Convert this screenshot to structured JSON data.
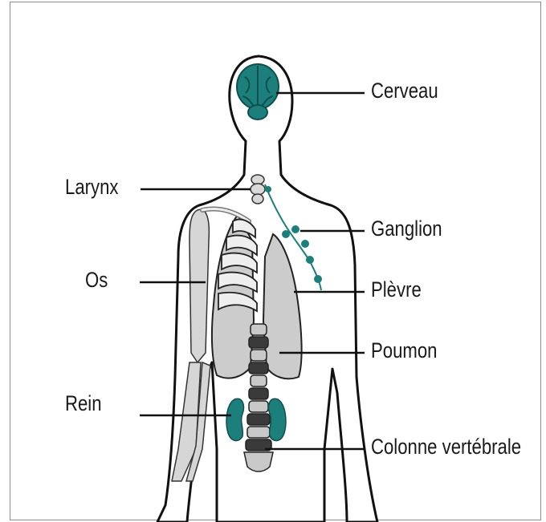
{
  "labels": {
    "cerveau": "Cerveau",
    "larynx": "Larynx",
    "ganglion": "Ganglion",
    "os": "Os",
    "plevre": "Plèvre",
    "poumon": "Poumon",
    "rein": "Rein",
    "colonne": "Colonne vertébrale"
  },
  "colors": {
    "organ_teal": "#1d7f7c",
    "organ_dark": "#0f4f4d",
    "lung_gray": "#cccccc",
    "bone_gray": "#d6d6d6",
    "outline": "#111111"
  }
}
